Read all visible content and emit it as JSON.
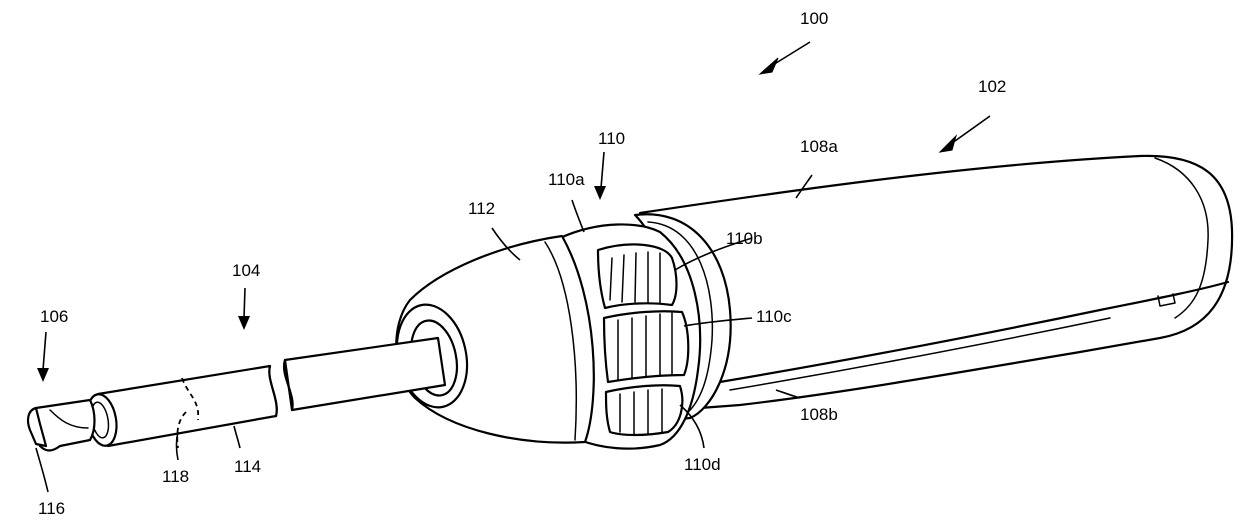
{
  "labels": {
    "device": "100",
    "handle": "102",
    "shaft_assembly": "104",
    "distal_end": "106",
    "housing_upper": "108a",
    "housing_lower": "108b",
    "rotation_knob": "110",
    "knob_segment_a": "110a",
    "knob_segment_b": "110b",
    "knob_segment_c": "110c",
    "knob_segment_d": "110d",
    "nose_cone": "112",
    "shaft": "114",
    "tip": "116",
    "inner_member": "118"
  }
}
